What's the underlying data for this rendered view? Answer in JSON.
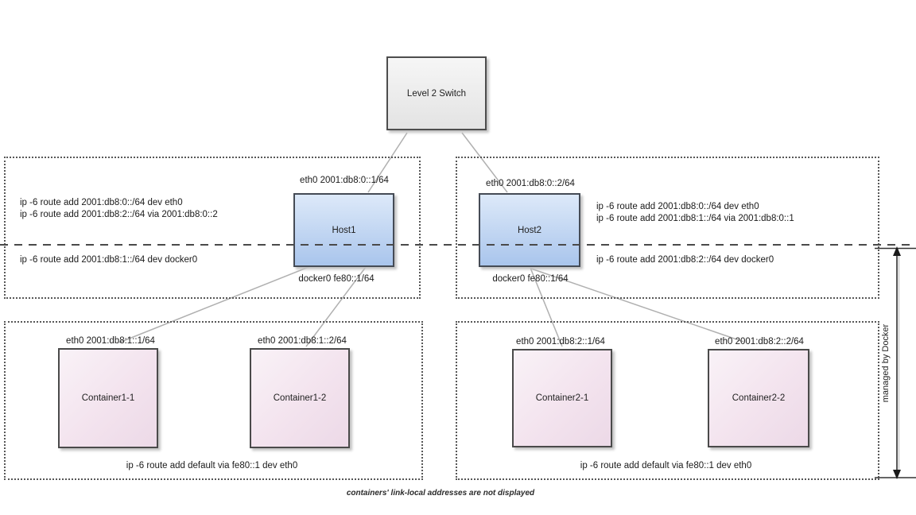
{
  "switch": {
    "label": "Level 2 Switch"
  },
  "hosts": [
    {
      "name": "Host1",
      "eth0_label": "eth0 2001:db8:0::1/64",
      "docker0_label": "docker0 fe80::1/64",
      "routes_above": [
        "ip -6 route add 2001:db8:0::/64 dev eth0",
        "ip -6 route add 2001:db8:2::/64 via 2001:db8:0::2"
      ],
      "routes_below": [
        "ip -6 route add 2001:db8:1::/64 dev docker0"
      ]
    },
    {
      "name": "Host2",
      "eth0_label": "eth0 2001:db8:0::2/64",
      "docker0_label": "docker0 fe80::1/64",
      "routes_above": [
        "ip -6 route add 2001:db8:0::/64 dev eth0",
        "ip -6 route add 2001:db8:1::/64 via 2001:db8:0::1"
      ],
      "routes_below": [
        "ip -6 route add 2001:db8:2::/64 dev docker0"
      ]
    }
  ],
  "containers": [
    {
      "name": "Container1-1",
      "eth0_label": "eth0 2001:db8:1::1/64"
    },
    {
      "name": "Container1-2",
      "eth0_label": "eth0 2001:db8:1::2/64"
    },
    {
      "name": "Container2-1",
      "eth0_label": "eth0 2001:db8:2::1/64"
    },
    {
      "name": "Container2-2",
      "eth0_label": "eth0 2001:db8:2::2/64"
    }
  ],
  "container_groups": [
    {
      "default_route": "ip -6 route add default via fe80::1 dev eth0"
    },
    {
      "default_route": "ip -6 route add default via fe80::1 dev eth0"
    }
  ],
  "annotations": {
    "managed_by": "managed by Docker",
    "caption": "containers' link-local addresses are not displayed"
  },
  "colors": {
    "host_fill_top": "#dde9f9",
    "host_fill_bottom": "#a9c5ec",
    "container_fill_top": "#f9f2f7",
    "container_fill_bottom": "#ecd9e7",
    "switch_fill_top": "#f6f6f6",
    "switch_fill_bottom": "#e3e3e3",
    "border_dark": "#4a4a4a",
    "connector_gray": "#b0b0b0",
    "dashed_line": "#4a4a4a"
  }
}
